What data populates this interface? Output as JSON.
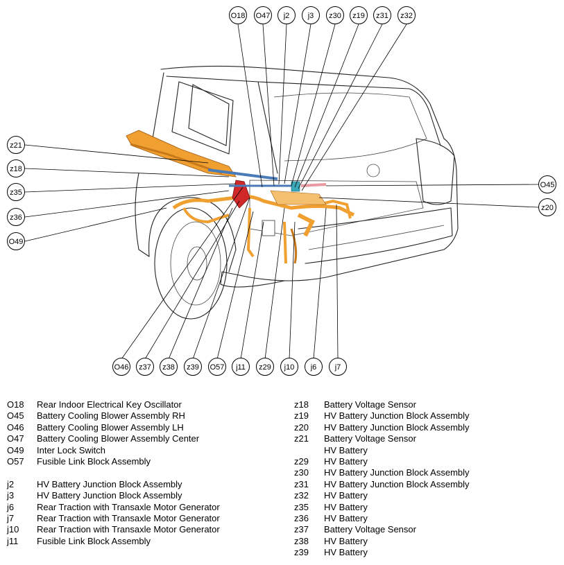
{
  "callouts_top": [
    "O18",
    "O47",
    "j2",
    "j3",
    "z30",
    "z19",
    "z31",
    "z32"
  ],
  "callouts_left": [
    "z21",
    "z18",
    "z35",
    "z36",
    "O49"
  ],
  "callouts_right": [
    "O45",
    "z20"
  ],
  "callouts_bottom": [
    "O46",
    "z37",
    "z38",
    "z39",
    "O57",
    "j11",
    "z29",
    "j10",
    "j6",
    "j7"
  ],
  "legend_left": [
    {
      "code": "O18",
      "name": "Rear Indoor Electrical Key Oscillator"
    },
    {
      "code": "O45",
      "name": "Battery Cooling Blower Assembly RH"
    },
    {
      "code": "O46",
      "name": "Battery Cooling Blower Assembly LH"
    },
    {
      "code": "O47",
      "name": "Battery Cooling Blower Assembly Center"
    },
    {
      "code": "O49",
      "name": "Inter Lock Switch"
    },
    {
      "code": "O57",
      "name": "Fusible Link Block Assembly"
    },
    {
      "code": "",
      "name": ""
    },
    {
      "code": "j2",
      "name": "HV Battery Junction Block Assembly"
    },
    {
      "code": "j3",
      "name": "HV Battery Junction Block Assembly"
    },
    {
      "code": "j6",
      "name": "Rear Traction with Transaxle Motor Generator"
    },
    {
      "code": "j7",
      "name": "Rear Traction with Transaxle Motor Generator"
    },
    {
      "code": "j10",
      "name": "Rear Traction with Transaxle Motor Generator"
    },
    {
      "code": "j11",
      "name": "Fusible Link Block Assembly"
    }
  ],
  "legend_right": [
    {
      "code": "z18",
      "name": "Battery Voltage Sensor"
    },
    {
      "code": "z19",
      "name": "HV Battery Junction Block Assembly"
    },
    {
      "code": "z20",
      "name": "HV Battery Junction Block Assembly"
    },
    {
      "code": "z21",
      "name": "Battery Voltage Sensor"
    },
    {
      "code": "",
      "name": "HV Battery"
    },
    {
      "code": "z29",
      "name": "HV Battery"
    },
    {
      "code": "z30",
      "name": "HV Battery Junction Block Assembly"
    },
    {
      "code": "z31",
      "name": "HV Battery Junction Block Assembly"
    },
    {
      "code": "z32",
      "name": "HV Battery"
    },
    {
      "code": "z35",
      "name": "HV Battery"
    },
    {
      "code": "z36",
      "name": "HV Battery"
    },
    {
      "code": "z37",
      "name": "Battery Voltage Sensor"
    },
    {
      "code": "z38",
      "name": "HV Battery"
    },
    {
      "code": "z39",
      "name": "HV Battery"
    }
  ],
  "colors": {
    "harness": "#f0a030",
    "harness_dark": "#c87818",
    "hv": "#d02828",
    "blue": "#4a7ab8",
    "teal": "#3aa8b8",
    "pink": "#e89aa0"
  }
}
